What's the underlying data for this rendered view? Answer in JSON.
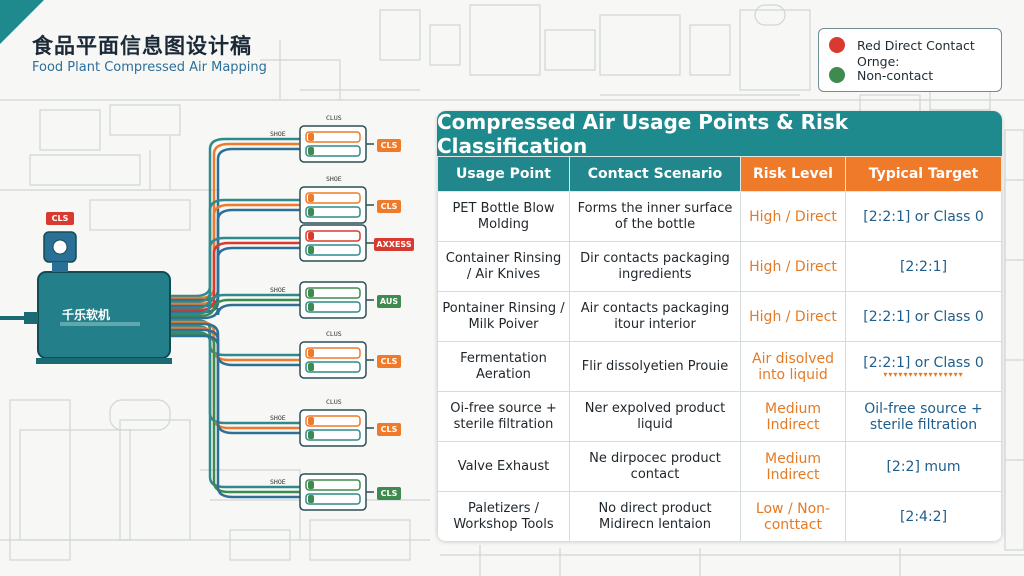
{
  "header": {
    "title_cn": "食品平面信息图设计稿",
    "title_en": "Food Plant Compressed Air Mapping"
  },
  "legend": {
    "items": [
      {
        "label": "Red Direct Contact",
        "color": "#d93a2f"
      },
      {
        "label": "Ornge:",
        "color": null
      },
      {
        "label": "Non-contact",
        "color": "#3f8a4e"
      }
    ]
  },
  "compressor": {
    "brand": "千乐软机",
    "tag": "CLS"
  },
  "valves": [
    {
      "label_top": "CLUS",
      "label_side": "SHOE",
      "tag": "CLS",
      "tag_color": "#ee7a2a"
    },
    {
      "label_top": "SHOE",
      "label_side": "",
      "tag": "CLS",
      "tag_color": "#ee7a2a"
    },
    {
      "label_top": "",
      "label_side": "",
      "tag": "AXXESS",
      "tag_color": "#d93a2f"
    },
    {
      "label_top": "",
      "label_side": "SHOE",
      "tag": "AUS",
      "tag_color": "#3f8a4e"
    },
    {
      "label_top": "CLUS",
      "label_side": "",
      "tag": "CLS",
      "tag_color": "#ee7a2a"
    },
    {
      "label_top": "CLUS",
      "label_side": "SHOE",
      "tag": "CLS",
      "tag_color": "#ee7a2a"
    },
    {
      "label_top": "",
      "label_side": "SHOE",
      "tag": "CLS",
      "tag_color": "#3f8a4e"
    }
  ],
  "table": {
    "title": "Compressed Air Usage Points & Risk Classification",
    "headers": [
      "Usage Point",
      "Contact Scenario",
      "Risk Level",
      "Typical Target"
    ],
    "rows": [
      {
        "usage": "PET Bottle Blow Molding",
        "contact": "Forms the inner surface of the bottle",
        "risk": "High / Direct",
        "target": "[2:2:1] or Class 0"
      },
      {
        "usage": "Container Rinsing / Air Knives",
        "contact": "Dir contacts packaging ingredients",
        "risk": "High / Direct",
        "target": "[2:2:1]"
      },
      {
        "usage": "Pontainer Rinsing / Milk Poiver",
        "contact": "Air contacts packaging itour interior",
        "risk": "High / Direct",
        "target": "[2:2:1] or Class 0"
      },
      {
        "usage": "Fermentation Aeration",
        "contact": "Flir dissolyetien Prouie",
        "risk": "Air disolved into liquid",
        "target": "[2:2:1] or Class 0",
        "target_marks": "▾▾▾▾▾▾▾▾▾▾▾▾▾▾▾▾"
      },
      {
        "usage": "Oi-free source + sterile filtration",
        "contact": "Ner expolved product liquid",
        "risk": "Medium Indirect",
        "target": "Oil-free source + sterile filtration"
      },
      {
        "usage": "Valve Exhaust",
        "contact": "Ne dirpocec product contact",
        "risk": "Medium Indirect",
        "target": "[2:2] mum"
      },
      {
        "usage": "Paletizers / Workshop Tools",
        "contact": "No direct product Midirecn lentaion",
        "risk": "Low / Non-conttact",
        "target": "[2:4:2]"
      }
    ]
  }
}
